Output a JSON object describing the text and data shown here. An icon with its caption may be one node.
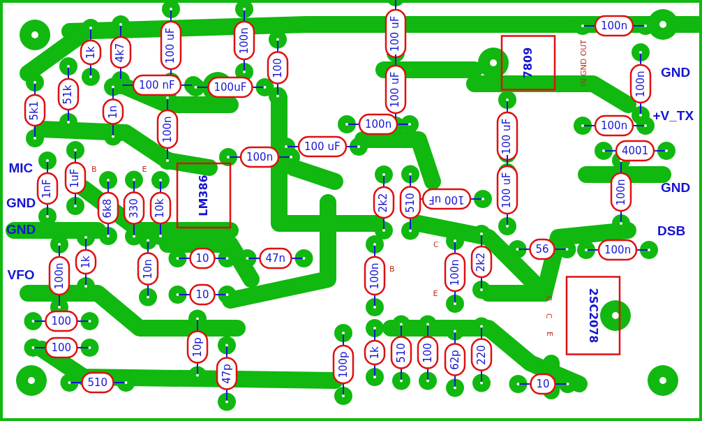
{
  "diagram": {
    "labels": [
      "1k",
      "4k7",
      "100 uF",
      "100n",
      "100n",
      "7809",
      "IN GND OUT",
      "100",
      "100 uF",
      "100 uF",
      "100 nF",
      "GND",
      "100n",
      "100uF",
      "5k1",
      "51k",
      "1n",
      "100n",
      "100n",
      "+V_TX",
      "100n",
      "100 uF",
      "100 uF",
      "100n",
      "4001",
      "MIC",
      "1nF",
      "1uF",
      "B",
      "E",
      "100 uF",
      "2k2",
      "510",
      "100 uF",
      "GND",
      "100n",
      "GND",
      "6k8",
      "330",
      "10k",
      "LM386",
      "GND",
      "DSB",
      "C",
      "56",
      "100n",
      "1k",
      "10",
      "47n",
      "VFO",
      "100n",
      "10n",
      "100n",
      "B",
      "100n",
      "2k2",
      "10",
      "E",
      "B",
      "C",
      "E",
      "2SC2078",
      "100",
      "10p",
      "100",
      "1k",
      "510",
      "100",
      "62p",
      "220",
      "47p",
      "100p",
      "510",
      "10"
    ]
  }
}
